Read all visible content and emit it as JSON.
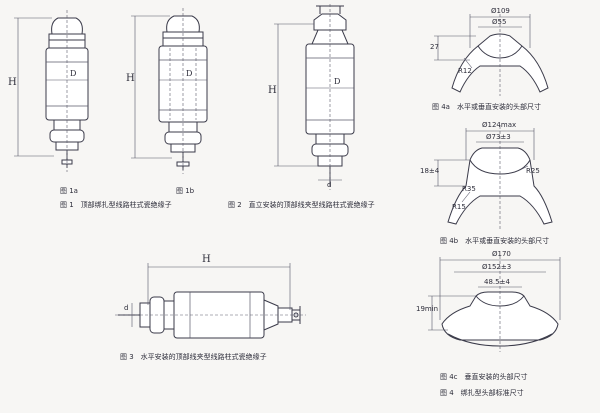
{
  "figure_1a": {
    "label": "图 1a",
    "h_label": "H",
    "d_label": "D"
  },
  "figure_1b": {
    "label": "图 1b",
    "h_label": "H",
    "d_label": "D"
  },
  "caption_1": "图 1　顶部绑扎型线路柱式瓷绝缘子",
  "figure_2": {
    "label": "图 2　直立安装的顶部线夹型线路柱式瓷绝缘子",
    "h_label": "H",
    "d_label": "D",
    "small_d": "d"
  },
  "figure_3": {
    "label": "图 3　水平安装的顶部线夹型线路柱式瓷绝缘子",
    "h_label": "H",
    "small_d": "d"
  },
  "figure_4a": {
    "caption": "图 4a　水平或垂直安装的头部尺寸",
    "dim_top": "Ø109",
    "dim_mid": "Ø55",
    "dim_h": "27",
    "dim_r": "R12"
  },
  "figure_4b": {
    "caption": "图 4b　水平或垂直安装的头部尺寸",
    "dim_top": "Ø124max",
    "dim_mid": "Ø73±3",
    "dim_h": "18±4",
    "dim_r1": "R25",
    "dim_r2": "R35",
    "dim_r3": "R15"
  },
  "figure_4c": {
    "caption": "图 4c　垂直安装的头部尺寸",
    "dim_top": "Ø170",
    "dim_mid": "Ø152±3",
    "dim_inner": "48.5±4",
    "dim_h": "19min"
  },
  "caption_4": "图 4　绑扎型头部标准尺寸"
}
